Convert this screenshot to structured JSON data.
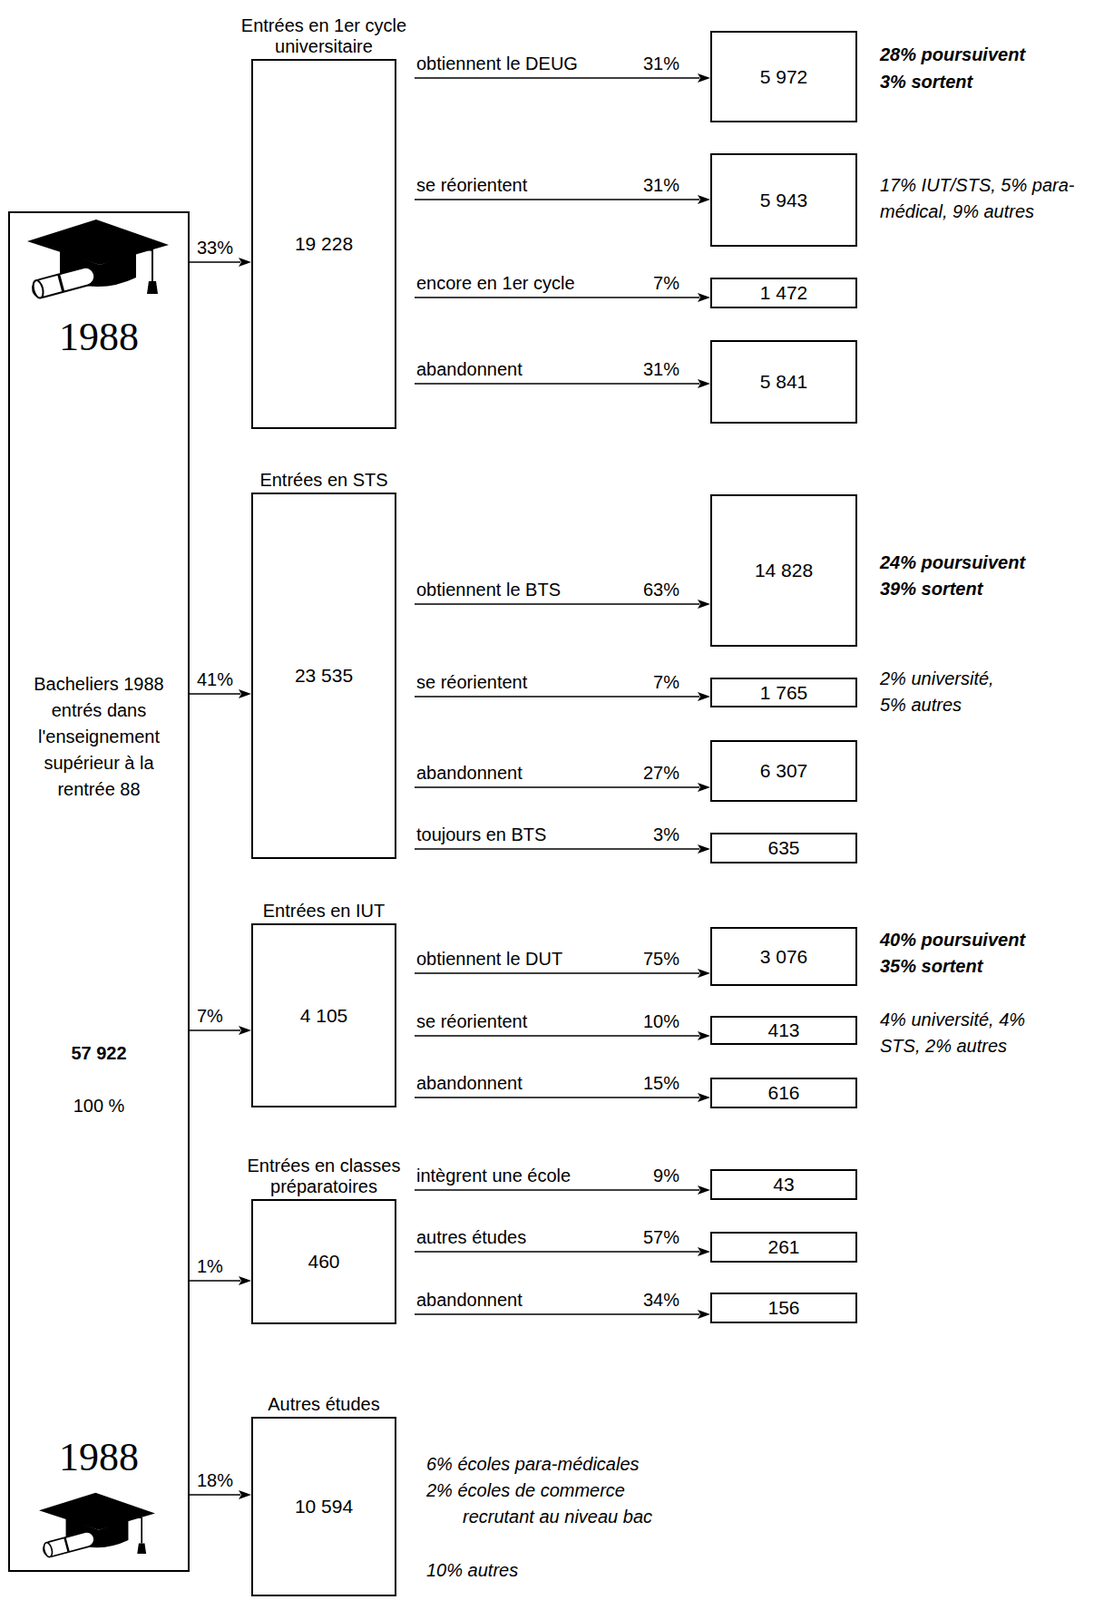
{
  "diagram": {
    "nodes": [
      {
        "text": [
          "1988",
          "Bacheliers 1988 entrés dans l'enseignement supérieur à la rentrée 88",
          "57 922",
          "100 %",
          "1988"
        ]
      },
      {
        "text": [
          "Entrées en 1er cycle universitaire",
          "19 228"
        ]
      },
      {
        "text": [
          "5 972"
        ]
      },
      {
        "text": [
          "5 943"
        ]
      },
      {
        "text": [
          "1 472"
        ]
      },
      {
        "text": [
          "5 841"
        ]
      },
      {
        "text": [
          "Entrées en STS",
          "23 535"
        ]
      },
      {
        "text": [
          "14 828"
        ]
      },
      {
        "text": [
          "1 765"
        ]
      },
      {
        "text": [
          "6 307"
        ]
      },
      {
        "text": [
          "635"
        ]
      },
      {
        "text": [
          "Entrées en IUT",
          "4 105"
        ]
      },
      {
        "text": [
          "3 076"
        ]
      },
      {
        "text": [
          "413"
        ]
      },
      {
        "text": [
          "616"
        ]
      },
      {
        "text": [
          "Entrées en classes préparatoires",
          "460"
        ]
      },
      {
        "text": [
          "43"
        ]
      },
      {
        "text": [
          "261"
        ]
      },
      {
        "text": [
          "156"
        ]
      },
      {
        "text": [
          "Autres études",
          "10 594"
        ]
      }
    ],
    "edges": [
      {
        "from": 0,
        "to": 1,
        "arrow": "to",
        "label": "33%"
      },
      {
        "from": 0,
        "to": 6,
        "arrow": "to",
        "label": "41%"
      },
      {
        "from": 0,
        "to": 11,
        "arrow": "to",
        "label": "7%"
      },
      {
        "from": 0,
        "to": 15,
        "arrow": "to",
        "label": "1%"
      },
      {
        "from": 0,
        "to": 19,
        "arrow": "to",
        "label": "18%"
      },
      {
        "from": 1,
        "to": 2,
        "arrow": "to",
        "label": "obtiennent le DEUG"
      },
      {
        "from": 1,
        "to": 3,
        "arrow": "to",
        "label": "se réorientent"
      },
      {
        "from": 1,
        "to": 4,
        "arrow": "to",
        "label": "encore en 1er cycle"
      },
      {
        "from": 1,
        "to": 5,
        "arrow": "to",
        "label": "abandonnent"
      },
      {
        "from": 6,
        "to": 7,
        "arrow": "to",
        "label": "obtiennent le BTS"
      },
      {
        "from": 6,
        "to": 8,
        "arrow": "to",
        "label": "se réorientent"
      },
      {
        "from": 6,
        "to": 9,
        "arrow": "to",
        "label": "abandonnent"
      },
      {
        "from": 6,
        "to": 10,
        "arrow": "to",
        "label": "toujours en BTS"
      },
      {
        "from": 11,
        "to": 12,
        "arrow": "to",
        "label": "obtiennent le DUT"
      },
      {
        "from": 11,
        "to": 13,
        "arrow": "to",
        "label": "se réorientent"
      },
      {
        "from": 11,
        "to": 14,
        "arrow": "to",
        "label": "abandonnent"
      },
      {
        "from": 15,
        "to": 16,
        "arrow": "to",
        "label": "intègrent une école"
      },
      {
        "from": 15,
        "to": 17,
        "arrow": "to",
        "label": "autres études"
      },
      {
        "from": 15,
        "to": 18,
        "arrow": "to",
        "label": "abandonnent"
      }
    ],
    "labels": [
      "31%",
      "31%",
      "7%",
      "31%",
      "28% poursuivent",
      "3% sortent",
      "17% IUT/STS, 5% para-médical, 9% autres",
      "63%",
      "7%",
      "27%",
      "3%",
      "24% poursuivent",
      "39% sortent",
      "2% université, 5% autres",
      "75%",
      "10%",
      "15%",
      "40% poursuivent",
      "35% sortent",
      "4% université, 4% STS, 2% autres",
      "9%",
      "57%",
      "34%",
      "6% écoles para-médicales",
      "2% écoles de commerce recrutant au niveau bac",
      "10% autres"
    ]
  }
}
